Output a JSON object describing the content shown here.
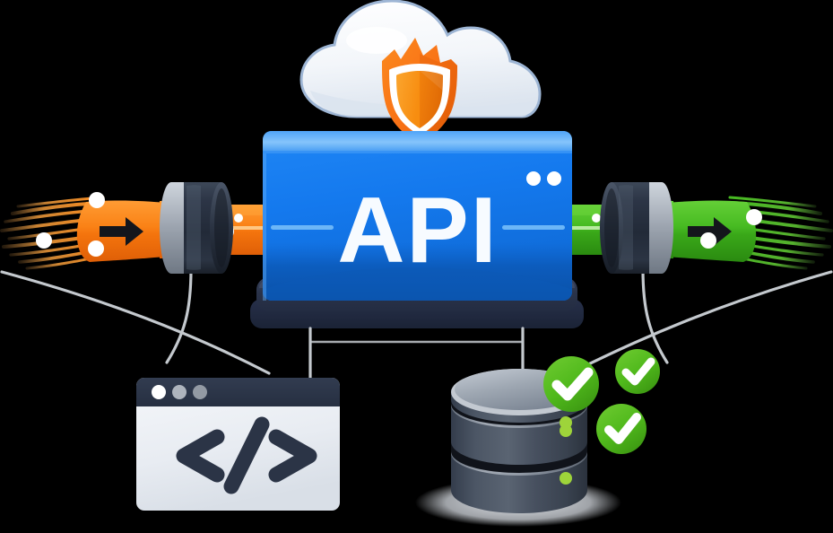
{
  "illustration": {
    "title": "API",
    "subject": "secure-api-gateway",
    "background_color": "#000000"
  },
  "api_device": {
    "label": "API",
    "label_color": "#f7fbff",
    "body_color": "#1479ee",
    "body_color_dark": "#0d5fc4",
    "bevel_color": "#57a8f7",
    "base_color": "#232c42",
    "base_color_light": "#3a4560",
    "status_leds": [
      {
        "name": "led-left",
        "color": "#ffffff"
      },
      {
        "name": "led-right",
        "color": "#ffffff"
      }
    ],
    "port_lines": [
      {
        "name": "port-line-left",
        "color": "#6cb6f7"
      },
      {
        "name": "port-line-right",
        "color": "#6cb6f7"
      }
    ]
  },
  "cloud": {
    "name": "cloud",
    "fill": "#f4f7fb",
    "fill_shadow": "#dbe4ef",
    "stroke": "#9db5d4"
  },
  "shield": {
    "name": "security-shield",
    "outer_color": "#f97216",
    "outer_color_dark": "#e35f09",
    "inner_color": "#f89512",
    "inner_color_dark": "#ef7d0a",
    "ring_color": "#ffffff",
    "meaning": "secure"
  },
  "connectors": {
    "inbound": {
      "name": "inbound-fiber-cable",
      "color": "#f97d12",
      "color_dark": "#e2620a",
      "color_light": "#ffa83c",
      "arrow_color": "#14161c",
      "arrow_direction": "right",
      "node_dots": 3,
      "dot_color": "#ffffff"
    },
    "outbound": {
      "name": "outbound-fiber-cable",
      "color": "#44b820",
      "color_dark": "#2d8c12",
      "color_light": "#6ed63f",
      "arrow_color": "#14161c",
      "arrow_direction": "right",
      "node_dots": 2,
      "dot_color": "#ffffff"
    },
    "coupler": {
      "name": "cable-coupler-barrel",
      "body_color": "#2e3747",
      "body_color_dark": "#1b2230",
      "ring_color": "#aab3bf"
    }
  },
  "cables": {
    "color": "#c4c9ce",
    "count": 6
  },
  "code_window": {
    "name": "code-browser-window",
    "titlebar_color": "#2b3446",
    "body_color": "#eef1f5",
    "body_color_dark": "#dfe4eb",
    "code_glyph": "</>",
    "code_glyph_color": "#2b3446",
    "traffic_lights": [
      {
        "name": "window-dot-1",
        "color": "#ffffff"
      },
      {
        "name": "window-dot-2",
        "color": "#aeb4bd"
      },
      {
        "name": "window-dot-3",
        "color": "#939aa4"
      }
    ]
  },
  "database": {
    "name": "database-stack",
    "disc_count": 3,
    "body_color": "#4a5464",
    "body_color_dark": "#333c4b",
    "top_color": "#a9b1bb",
    "rim_color": "#c3c9d1",
    "gap_color": "#10131a",
    "led_color": "#9ed43a",
    "led_count": 3,
    "shadow_color": "#e9edf2"
  },
  "status_checks": [
    {
      "name": "status-check-1",
      "color": "#4fb81b",
      "color_dark": "#3d9612",
      "mark_color": "#ffffff",
      "state": "ok"
    },
    {
      "name": "status-check-2",
      "color": "#4fb81b",
      "color_dark": "#3d9612",
      "mark_color": "#ffffff",
      "state": "ok"
    },
    {
      "name": "status-check-3",
      "color": "#4fb81b",
      "color_dark": "#3d9612",
      "mark_color": "#ffffff",
      "state": "ok"
    }
  ]
}
